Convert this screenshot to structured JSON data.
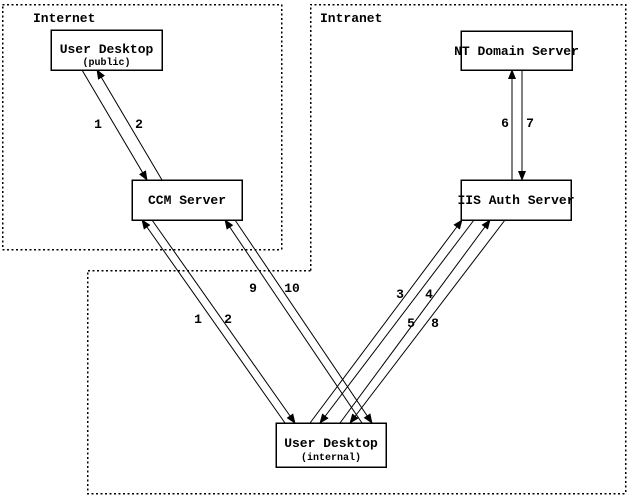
{
  "diagram": {
    "type": "network-flow-diagram",
    "colors": {
      "foreground": "#000000",
      "background": "#ffffff"
    },
    "zones": {
      "internet": {
        "label": "Internet"
      },
      "intranet": {
        "label": "Intranet"
      }
    },
    "nodes": {
      "user_desktop_public": {
        "title": "User Desktop",
        "subtitle": "(public)",
        "zone": "Internet"
      },
      "ccm_server": {
        "title": "CCM Server",
        "zone": "Internet"
      },
      "nt_domain_server": {
        "title": "NT Domain Server",
        "zone": "Intranet"
      },
      "iis_auth_server": {
        "title": "IIS Auth Server",
        "zone": "Intranet"
      },
      "user_desktop_internal": {
        "title": "User Desktop",
        "subtitle": "(internal)",
        "zone": "Intranet"
      }
    },
    "edges": [
      {
        "label": "1",
        "from": "User Desktop (public)",
        "to": "CCM Server"
      },
      {
        "label": "2",
        "from": "CCM Server",
        "to": "User Desktop (public)"
      },
      {
        "label": "1",
        "from": "User Desktop (internal)",
        "to": "CCM Server"
      },
      {
        "label": "2",
        "from": "CCM Server",
        "to": "User Desktop (internal)"
      },
      {
        "label": "9",
        "from": "User Desktop (internal)",
        "to": "CCM Server"
      },
      {
        "label": "10",
        "from": "CCM Server",
        "to": "User Desktop (internal)"
      },
      {
        "label": "3",
        "from": "User Desktop (internal)",
        "to": "IIS Auth Server"
      },
      {
        "label": "4",
        "from": "IIS Auth Server",
        "to": "User Desktop (internal)"
      },
      {
        "label": "5",
        "from": "User Desktop (internal)",
        "to": "IIS Auth Server"
      },
      {
        "label": "8",
        "from": "IIS Auth Server",
        "to": "User Desktop (internal)"
      },
      {
        "label": "6",
        "from": "IIS Auth Server",
        "to": "NT Domain Server"
      },
      {
        "label": "7",
        "from": "NT Domain Server",
        "to": "IIS Auth Server"
      }
    ]
  }
}
